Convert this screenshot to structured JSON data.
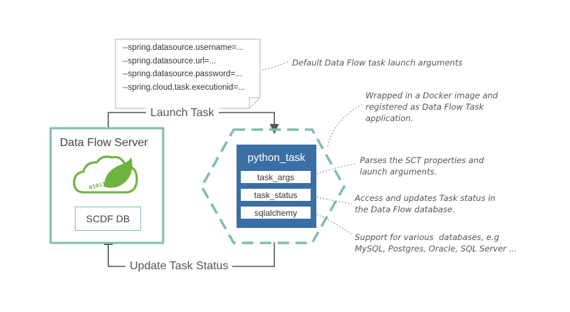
{
  "document": {
    "lines": [
      "--spring.datasource.username=...",
      "--spring.datasource.url=...",
      "--spring.datasource.password=...",
      "--spring.cloud.task.executionid=..."
    ]
  },
  "flows": {
    "launch_label": "Launch Task",
    "update_label": "Update Task Status"
  },
  "server": {
    "title": "Data Flow Server",
    "logo_digits": "01011101",
    "db_label": "SCDF DB"
  },
  "task": {
    "title": "python_task",
    "items": [
      "task_args",
      "task_status",
      "sqlalchemy"
    ]
  },
  "notes": [
    "Default Data Flow task launch arguments",
    "Wrapped in a Docker image and\nregistered as Data Flow Task\napplication.",
    "Parses the SCT properties and\nlaunch arguments.",
    "Access and updates Task status in\nthe Data Flow database.",
    "Support for various  databases, e.g\nMySQL, Postgres, Oracle, SQL Server ..."
  ],
  "colors": {
    "accent_green": "#7dbfa7",
    "task_blue": "#3a6fa6",
    "logo_green": "#6db33f"
  }
}
